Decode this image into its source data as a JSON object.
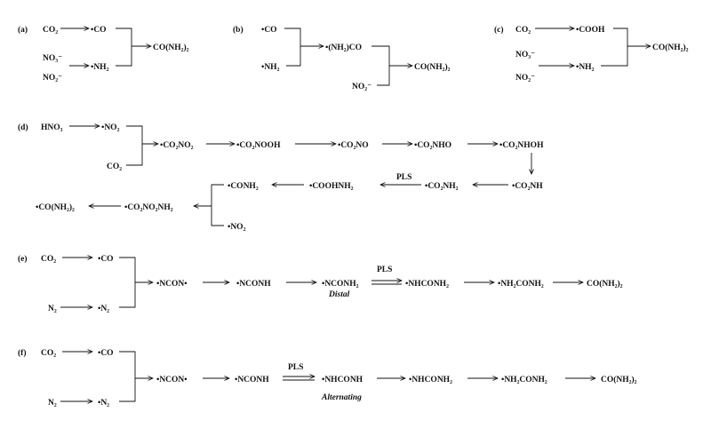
{
  "panels": {
    "a": {
      "label": "(a)",
      "s1": "CO₂",
      "s2": "•CO",
      "s3": "NO₃⁻",
      "s4": "•NH₂",
      "s5": "NO₂⁻",
      "prod": "CO(NH₂)₂"
    },
    "b": {
      "label": "(b)",
      "s1": "•CO",
      "s2": "•NH₂",
      "mid": "•(NH₂)CO",
      "s3": "NO₂⁻",
      "prod": "CO(NH₂)₂"
    },
    "c": {
      "label": "(c)",
      "s1": "CO₂",
      "s2": "•COOH",
      "s3": "NO₃⁻",
      "s4": "•NH₂",
      "s5": "NO₂⁻",
      "prod": "CO(NH₂)₂"
    },
    "d": {
      "label": "(d)",
      "hno3": "HNO₃",
      "no2": "•NO₂",
      "co2": "CO₂",
      "r1": [
        "•CO₂NO₂",
        "•CO₂NOOH",
        "•CO₂NO",
        "•CO₂NHO",
        "•CO₂NHOH"
      ],
      "r2": [
        "•CO₂NH",
        "•CO₂NH₂",
        "•COOHNH₂",
        "•CONH₂"
      ],
      "pls": "PLS",
      "no2b": "•NO₂",
      "r3": [
        "•CO₂NO₂NH₂",
        "•CO(NH₂)₂"
      ]
    },
    "e": {
      "label": "(e)",
      "co2": "CO₂",
      "co": "•CO",
      "n2": "N₂",
      "n2r": "•N₂",
      "chain": [
        "•NCON•",
        "•NCONH",
        "•NCONH₂",
        "•NHCONH₂",
        "•NH₂CONH₂",
        "CO(NH₂)₂"
      ],
      "pls": "PLS",
      "path": "Distal"
    },
    "f": {
      "label": "(f)",
      "co2": "CO₂",
      "co": "•CO",
      "n2": "N₂",
      "n2r": "•N₂",
      "chain": [
        "•NCON•",
        "•NCONH",
        "•NHCONH",
        "•NHCONH₂",
        "•NH₂CONH₂",
        "CO(NH₂)₂"
      ],
      "pls": "PLS",
      "path": "Alternating"
    }
  }
}
